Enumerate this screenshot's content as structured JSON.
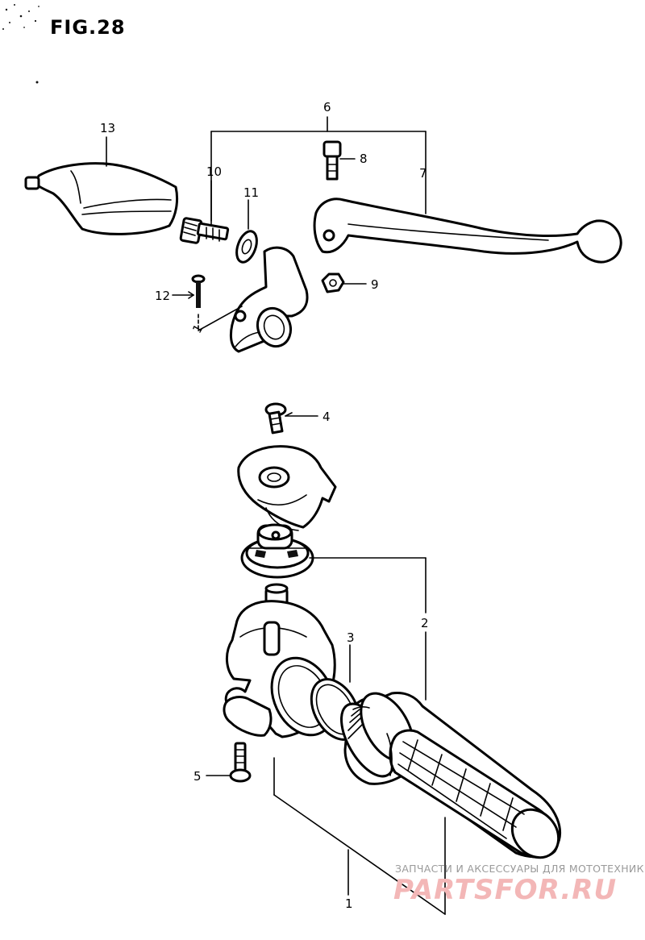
{
  "figure": {
    "title": "FIG.28"
  },
  "callouts": [
    "1",
    "2",
    "3",
    "4",
    "5",
    "6",
    "7",
    "8",
    "9",
    "10",
    "11",
    "12",
    "13"
  ],
  "watermark": {
    "caption": "ЗАПЧАСТИ И АКСЕССУАРЫ ДЛЯ МОТОТЕХНИКИ",
    "brand": "PARTSFOR.RU"
  },
  "colors": {
    "ink": "#000000",
    "paper": "#ffffff",
    "watermark_brand": "#f3b7b7",
    "watermark_caption": "#9a9a9a"
  }
}
